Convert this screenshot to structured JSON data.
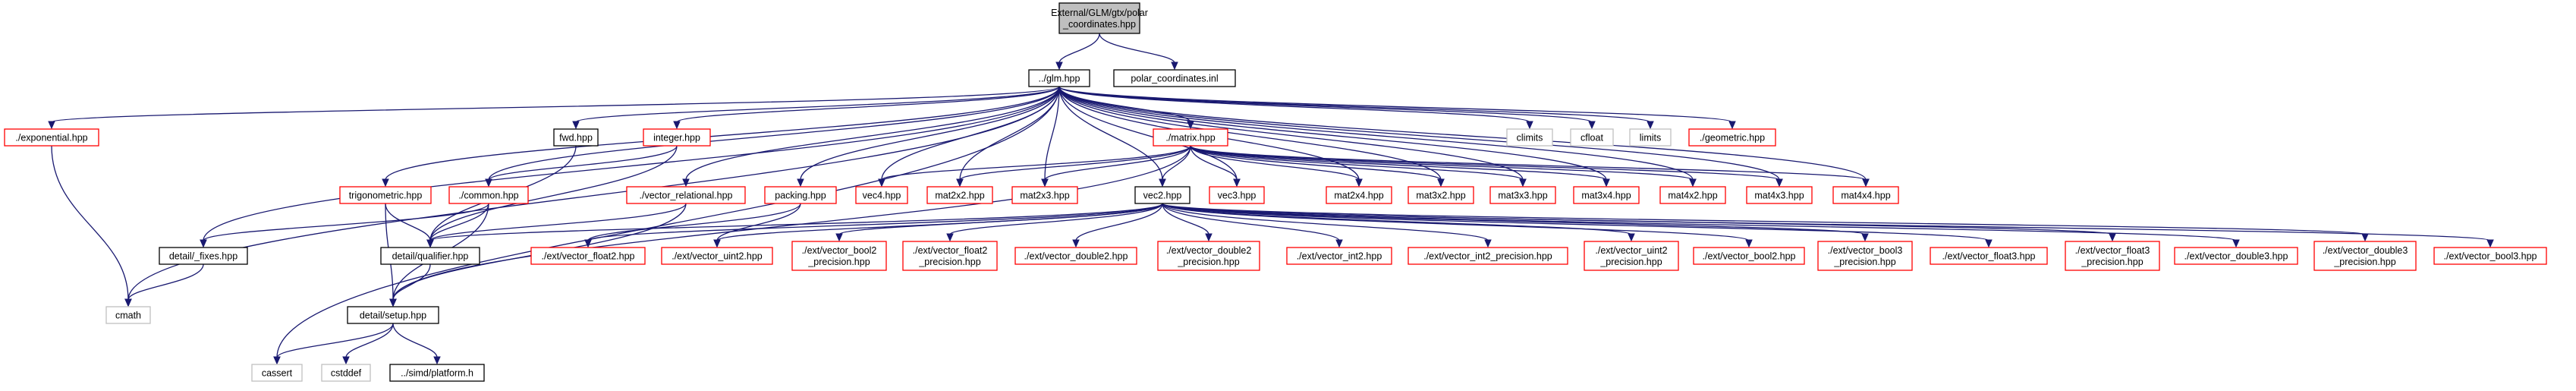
{
  "colors": {
    "edge": "#191970",
    "root_fill": "#bfbfbf",
    "documented_border": "#000000",
    "truncated_border": "#ff0000",
    "external_border": "#bfbfbf",
    "text": "#000000"
  },
  "nodes": {
    "root": {
      "lines": [
        "External/GLM/gtx/polar",
        "_coordinates.hpp"
      ],
      "style": "root"
    },
    "glm": {
      "lines": [
        "../glm.hpp"
      ],
      "style": "documented"
    },
    "polar_inl": {
      "lines": [
        "polar_coordinates.inl"
      ],
      "style": "documented"
    },
    "exponential": {
      "lines": [
        "./exponential.hpp"
      ],
      "style": "truncated"
    },
    "fwd": {
      "lines": [
        "fwd.hpp"
      ],
      "style": "documented"
    },
    "integer": {
      "lines": [
        "integer.hpp"
      ],
      "style": "truncated"
    },
    "matrix": {
      "lines": [
        "./matrix.hpp"
      ],
      "style": "truncated"
    },
    "climits": {
      "lines": [
        "climits"
      ],
      "style": "external"
    },
    "cfloat": {
      "lines": [
        "cfloat"
      ],
      "style": "external"
    },
    "limits": {
      "lines": [
        "limits"
      ],
      "style": "external"
    },
    "geometric": {
      "lines": [
        "./geometric.hpp"
      ],
      "style": "truncated"
    },
    "trigonometric": {
      "lines": [
        "trigonometric.hpp"
      ],
      "style": "truncated"
    },
    "common": {
      "lines": [
        "./common.hpp"
      ],
      "style": "truncated"
    },
    "vector_relational": {
      "lines": [
        "./vector_relational.hpp"
      ],
      "style": "truncated"
    },
    "packing": {
      "lines": [
        "packing.hpp"
      ],
      "style": "truncated"
    },
    "vec4": {
      "lines": [
        "vec4.hpp"
      ],
      "style": "truncated"
    },
    "mat2x2": {
      "lines": [
        "mat2x2.hpp"
      ],
      "style": "truncated"
    },
    "mat2x3": {
      "lines": [
        "mat2x3.hpp"
      ],
      "style": "truncated"
    },
    "vec2": {
      "lines": [
        "vec2.hpp"
      ],
      "style": "documented"
    },
    "vec3": {
      "lines": [
        "vec3.hpp"
      ],
      "style": "truncated"
    },
    "mat2x4": {
      "lines": [
        "mat2x4.hpp"
      ],
      "style": "truncated"
    },
    "mat3x2": {
      "lines": [
        "mat3x2.hpp"
      ],
      "style": "truncated"
    },
    "mat3x3": {
      "lines": [
        "mat3x3.hpp"
      ],
      "style": "truncated"
    },
    "mat3x4": {
      "lines": [
        "mat3x4.hpp"
      ],
      "style": "truncated"
    },
    "mat4x2": {
      "lines": [
        "mat4x2.hpp"
      ],
      "style": "truncated"
    },
    "mat4x3": {
      "lines": [
        "mat4x3.hpp"
      ],
      "style": "truncated"
    },
    "mat4x4": {
      "lines": [
        "mat4x4.hpp"
      ],
      "style": "truncated"
    },
    "fixes": {
      "lines": [
        "detail/_fixes.hpp"
      ],
      "style": "documented"
    },
    "qualifier": {
      "lines": [
        "detail/qualifier.hpp"
      ],
      "style": "documented"
    },
    "vector_float2": {
      "lines": [
        "./ext/vector_float2.hpp"
      ],
      "style": "truncated"
    },
    "vector_uint2": {
      "lines": [
        "./ext/vector_uint2.hpp"
      ],
      "style": "truncated"
    },
    "vector_bool2_precision": {
      "lines": [
        "./ext/vector_bool2",
        "_precision.hpp"
      ],
      "style": "truncated"
    },
    "vector_float2_precision": {
      "lines": [
        "./ext/vector_float2",
        "_precision.hpp"
      ],
      "style": "truncated"
    },
    "vector_double2": {
      "lines": [
        "./ext/vector_double2.hpp"
      ],
      "style": "truncated"
    },
    "vector_double2_precision": {
      "lines": [
        "./ext/vector_double2",
        "_precision.hpp"
      ],
      "style": "truncated"
    },
    "vector_int2": {
      "lines": [
        "./ext/vector_int2.hpp"
      ],
      "style": "truncated"
    },
    "vector_int2_precision": {
      "lines": [
        "./ext/vector_int2_precision.hpp"
      ],
      "style": "truncated"
    },
    "vector_uint2_precision": {
      "lines": [
        "./ext/vector_uint2",
        "_precision.hpp"
      ],
      "style": "truncated"
    },
    "vector_bool2": {
      "lines": [
        "./ext/vector_bool2.hpp"
      ],
      "style": "truncated"
    },
    "vector_bool3_precision": {
      "lines": [
        "./ext/vector_bool3",
        "_precision.hpp"
      ],
      "style": "truncated"
    },
    "vector_float3": {
      "lines": [
        "./ext/vector_float3.hpp"
      ],
      "style": "truncated"
    },
    "vector_float3_precision": {
      "lines": [
        "./ext/vector_float3",
        "_precision.hpp"
      ],
      "style": "truncated"
    },
    "vector_double3": {
      "lines": [
        "./ext/vector_double3.hpp"
      ],
      "style": "truncated"
    },
    "vector_double3_precision": {
      "lines": [
        "./ext/vector_double3",
        "_precision.hpp"
      ],
      "style": "truncated"
    },
    "vector_bool3": {
      "lines": [
        "./ext/vector_bool3.hpp"
      ],
      "style": "truncated"
    },
    "cmath": {
      "lines": [
        "cmath"
      ],
      "style": "external"
    },
    "setup": {
      "lines": [
        "detail/setup.hpp"
      ],
      "style": "documented"
    },
    "cassert": {
      "lines": [
        "cassert"
      ],
      "style": "external"
    },
    "cstddef": {
      "lines": [
        "cstddef"
      ],
      "style": "external"
    },
    "platform": {
      "lines": [
        "../simd/platform.h"
      ],
      "style": "documented"
    }
  },
  "edges": [
    [
      "root",
      "glm"
    ],
    [
      "root",
      "polar_inl"
    ],
    [
      "glm",
      "exponential"
    ],
    [
      "glm",
      "fwd"
    ],
    [
      "glm",
      "integer"
    ],
    [
      "glm",
      "matrix"
    ],
    [
      "glm",
      "climits"
    ],
    [
      "glm",
      "cfloat"
    ],
    [
      "glm",
      "limits"
    ],
    [
      "glm",
      "geometric"
    ],
    [
      "glm",
      "trigonometric"
    ],
    [
      "glm",
      "common"
    ],
    [
      "glm",
      "vector_relational"
    ],
    [
      "glm",
      "packing"
    ],
    [
      "glm",
      "vec4"
    ],
    [
      "glm",
      "mat2x2"
    ],
    [
      "glm",
      "mat2x3"
    ],
    [
      "glm",
      "vec2"
    ],
    [
      "glm",
      "vec3"
    ],
    [
      "glm",
      "mat2x4"
    ],
    [
      "glm",
      "mat3x2"
    ],
    [
      "glm",
      "mat3x3"
    ],
    [
      "glm",
      "mat3x4"
    ],
    [
      "glm",
      "mat4x2"
    ],
    [
      "glm",
      "mat4x3"
    ],
    [
      "glm",
      "mat4x4"
    ],
    [
      "glm",
      "fixes"
    ],
    [
      "glm",
      "cmath"
    ],
    [
      "glm",
      "cassert"
    ],
    [
      "exponential",
      "cmath"
    ],
    [
      "fwd",
      "qualifier"
    ],
    [
      "integer",
      "common"
    ],
    [
      "integer",
      "qualifier"
    ],
    [
      "trigonometric",
      "setup"
    ],
    [
      "trigonometric",
      "qualifier"
    ],
    [
      "common",
      "fixes"
    ],
    [
      "common",
      "qualifier"
    ],
    [
      "common",
      "setup"
    ],
    [
      "vector_relational",
      "qualifier"
    ],
    [
      "vector_relational",
      "setup"
    ],
    [
      "packing",
      "vector_uint2"
    ],
    [
      "packing",
      "vector_float2"
    ],
    [
      "matrix",
      "vec4"
    ],
    [
      "matrix",
      "mat2x2"
    ],
    [
      "matrix",
      "mat2x3"
    ],
    [
      "matrix",
      "vec2"
    ],
    [
      "matrix",
      "vec3"
    ],
    [
      "matrix",
      "mat2x4"
    ],
    [
      "matrix",
      "mat3x2"
    ],
    [
      "matrix",
      "mat3x3"
    ],
    [
      "matrix",
      "mat3x4"
    ],
    [
      "matrix",
      "mat4x2"
    ],
    [
      "matrix",
      "mat4x3"
    ],
    [
      "matrix",
      "mat4x4"
    ],
    [
      "matrix",
      "setup"
    ],
    [
      "vec2",
      "vector_float2"
    ],
    [
      "vec2",
      "vector_uint2"
    ],
    [
      "vec2",
      "vector_bool2_precision"
    ],
    [
      "vec2",
      "vector_float2_precision"
    ],
    [
      "vec2",
      "vector_double2"
    ],
    [
      "vec2",
      "vector_double2_precision"
    ],
    [
      "vec2",
      "vector_int2"
    ],
    [
      "vec2",
      "vector_int2_precision"
    ],
    [
      "vec2",
      "vector_uint2_precision"
    ],
    [
      "vec2",
      "vector_bool2"
    ],
    [
      "vec2",
      "vector_bool3_precision"
    ],
    [
      "vec2",
      "vector_float3"
    ],
    [
      "vec2",
      "vector_float3_precision"
    ],
    [
      "vec2",
      "vector_double3"
    ],
    [
      "vec2",
      "vector_double3_precision"
    ],
    [
      "vec2",
      "vector_bool3"
    ],
    [
      "vec2",
      "qualifier"
    ],
    [
      "fixes",
      "cmath"
    ],
    [
      "qualifier",
      "setup"
    ],
    [
      "setup",
      "cassert"
    ],
    [
      "setup",
      "cstddef"
    ],
    [
      "setup",
      "platform"
    ]
  ]
}
